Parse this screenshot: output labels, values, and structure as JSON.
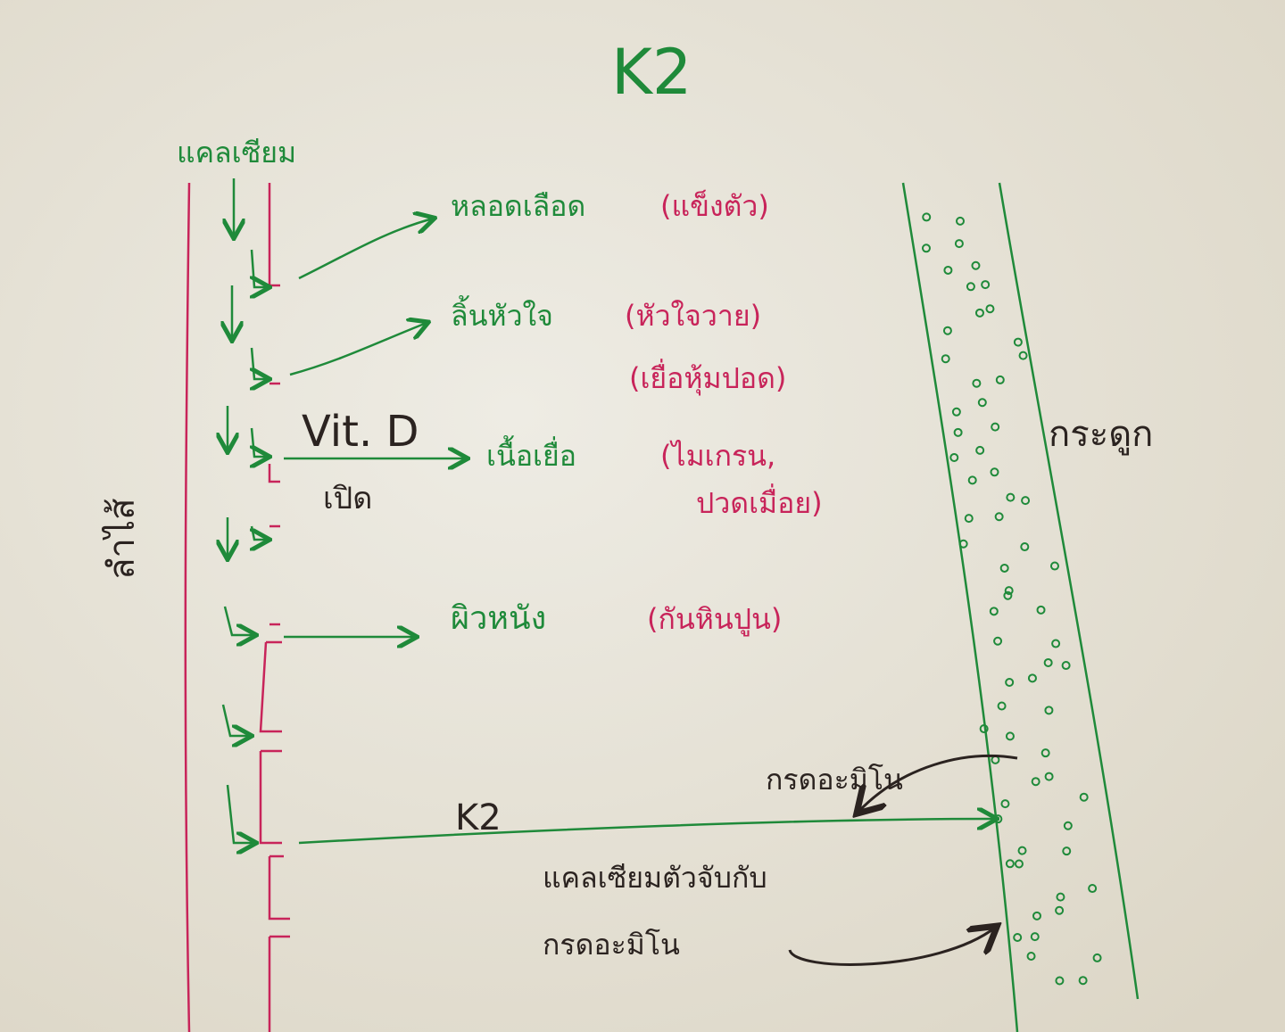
{
  "title": "K2",
  "calcium_label": "แคลเซียม",
  "intestine_label": "ลำไส้",
  "bone_label": "กระดูก",
  "targets": [
    {
      "organ": "หลอดเลือด",
      "effect": "(แข็งตัว)"
    },
    {
      "organ": "ลิ้นหัวใจ",
      "effect": "(หัวใจวาย)",
      "effect2": "(เยื่อหุ้มปอด)"
    },
    {
      "organ": "เนื้อเยื่อ",
      "effect": "(ไมเกรน,",
      "effect2": "ปวดเมื่อย)"
    },
    {
      "organ": "ผิวหนัง",
      "effect": "(กันหินปูน)"
    }
  ],
  "vitd_label": "Vit. D",
  "vitd_action": "เปิด",
  "k2_arrow_label": "K2",
  "amino_top": "กรดอะมิโน",
  "amino_caption_1": "แคลเซียมตัวจับกับ",
  "amino_caption_2": "กรดอะมิโน",
  "colors": {
    "green": "#1f8a3a",
    "pink": "#c8245a",
    "ink": "#2b2320",
    "paper": "#e9e6dc"
  }
}
